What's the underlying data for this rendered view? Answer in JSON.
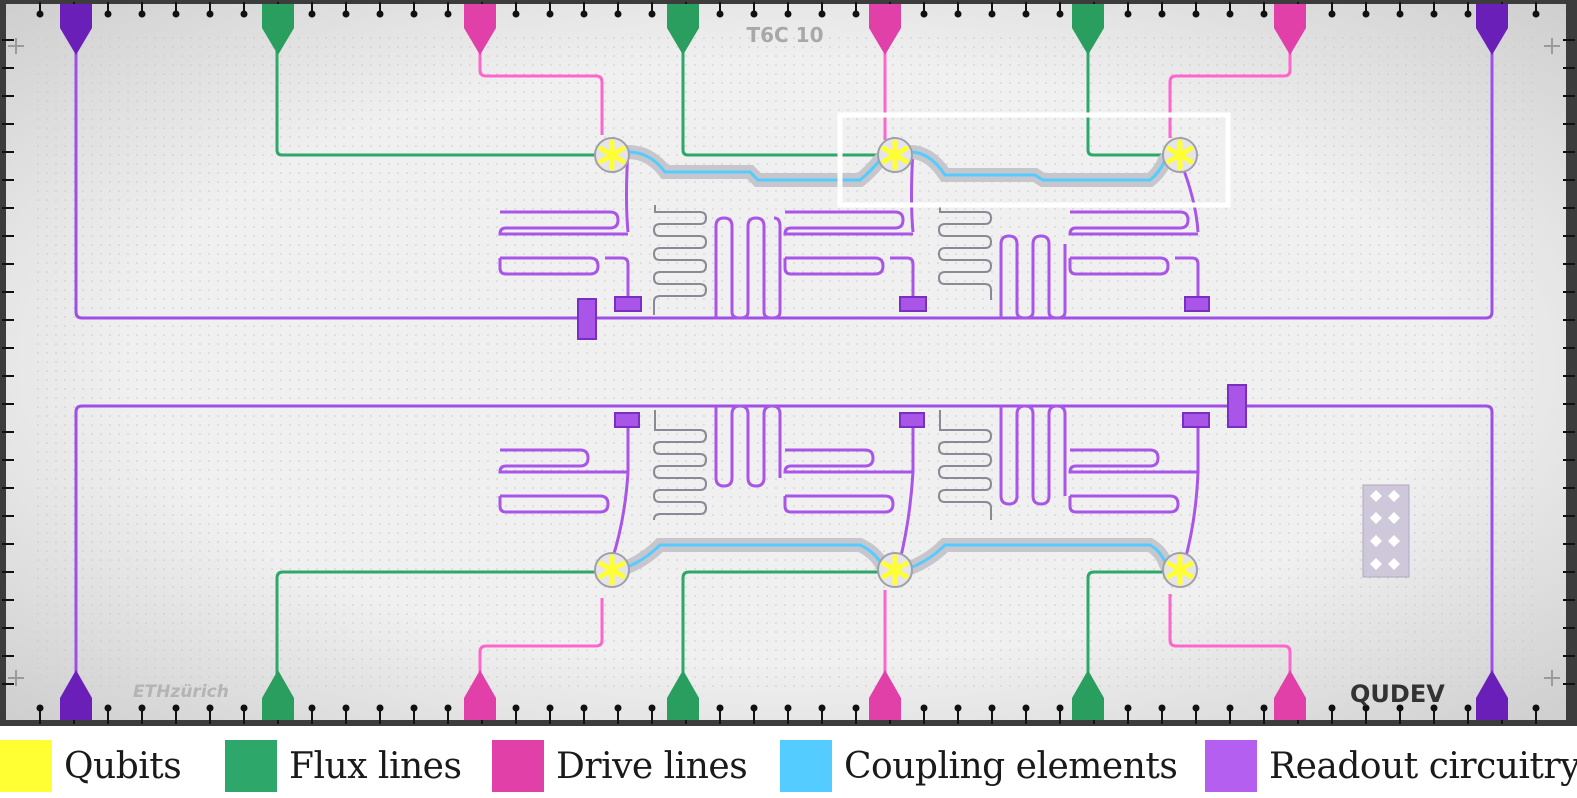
{
  "chip": {
    "label": "T6C 10",
    "logo_left": "ETHzürich",
    "logo_right": "QUDEV"
  },
  "colors": {
    "qubit": "#ffff33",
    "flux": "#2ea86a",
    "drive": "#e040a8",
    "coupling": "#55ccff",
    "readout": "#a855e8",
    "chip_bg": "#ededed",
    "chip_edge": "#4a4a4a"
  },
  "legend": [
    {
      "label": "Qubits",
      "color": "#ffff33"
    },
    {
      "label": "Flux lines",
      "color": "#2ea86a"
    },
    {
      "label": "Drive lines",
      "color": "#e040a8"
    },
    {
      "label": "Coupling elements",
      "color": "#55ccff"
    },
    {
      "label": "Readout circuitry",
      "color": "#b45ff0"
    }
  ]
}
